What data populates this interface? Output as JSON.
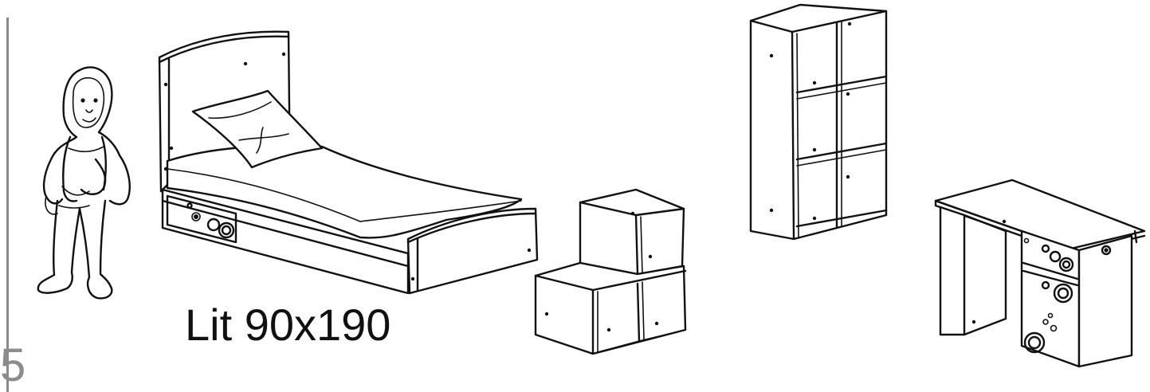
{
  "document": {
    "page_number": "5",
    "caption": "Lit 90x190"
  },
  "illustrations": [
    {
      "name": "child-figure",
      "icon": "child-illustration"
    },
    {
      "name": "bed",
      "icon": "bed-illustration"
    },
    {
      "name": "step-shelf",
      "icon": "step-shelf-illustration"
    },
    {
      "name": "bookcase",
      "icon": "bookcase-illustration"
    },
    {
      "name": "desk",
      "icon": "desk-illustration"
    }
  ]
}
